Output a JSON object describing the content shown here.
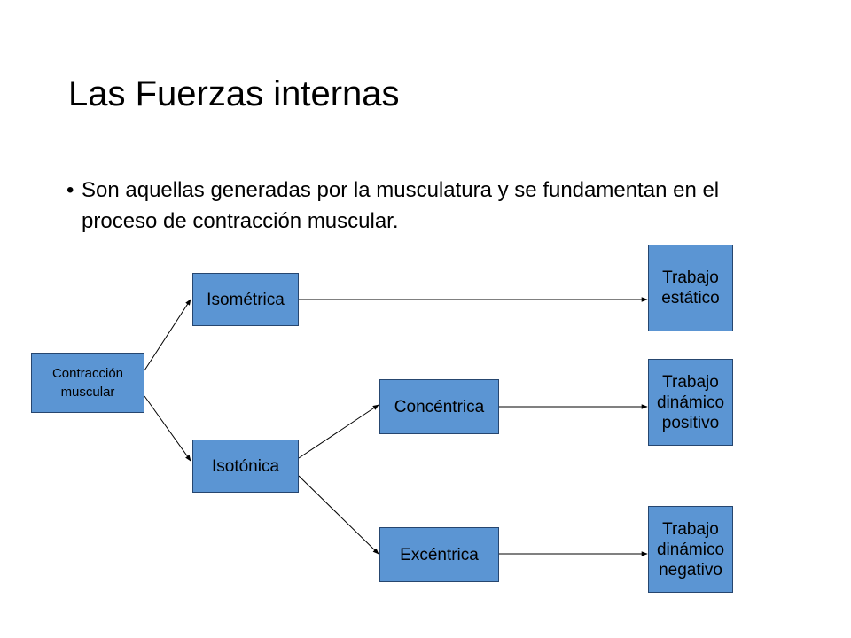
{
  "slide": {
    "title": "Las Fuerzas internas",
    "bullet": "Son aquellas generadas por la musculatura y se fundamentan en el proceso de contracción muscular."
  },
  "diagram": {
    "contraccion": "Contracción\nmuscular",
    "isometrica": "Isométrica",
    "isotonica": "Isotónica",
    "concentrica": "Concéntrica",
    "excentrica": "Excéntrica",
    "trabajo_estatico": "Trabajo\nestático",
    "trabajo_dinamico_positivo": "Trabajo\ndinámico\npositivo",
    "trabajo_dinamico_negativo": "Trabajo\ndinámico\nnegativo"
  },
  "colors": {
    "box_fill": "#5b95d3",
    "box_border": "#26466f"
  }
}
